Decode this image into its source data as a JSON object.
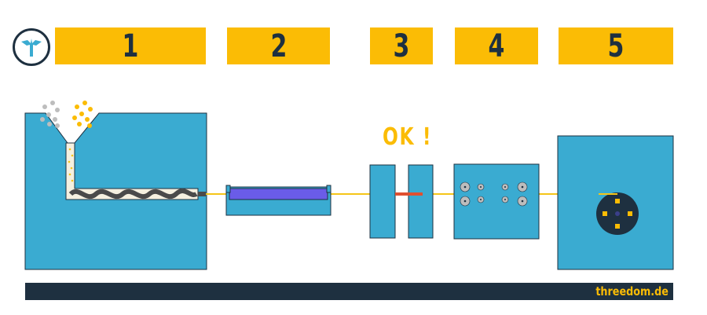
{
  "steps": [
    {
      "label": "1"
    },
    {
      "label": "2"
    },
    {
      "label": "3"
    },
    {
      "label": "4"
    },
    {
      "label": "5"
    }
  ],
  "check_label": "OK !",
  "footer": {
    "site": "threedom.de"
  },
  "colors": {
    "accent_yellow": "#fbbc05",
    "machine_blue": "#3aabd1",
    "dark_navy": "#1e3040",
    "cooling_water": "#6a5ce8",
    "melt_zone": "#f5f0e0",
    "filament_line": "#f5c518",
    "measure_red": "#e05030",
    "roller_grey": "#bdbdbd"
  },
  "icons": [
    "threedom-logo-icon",
    "granulate-grey-icon",
    "granulate-yellow-icon",
    "screw-icon",
    "roller-icon",
    "spool-icon"
  ]
}
